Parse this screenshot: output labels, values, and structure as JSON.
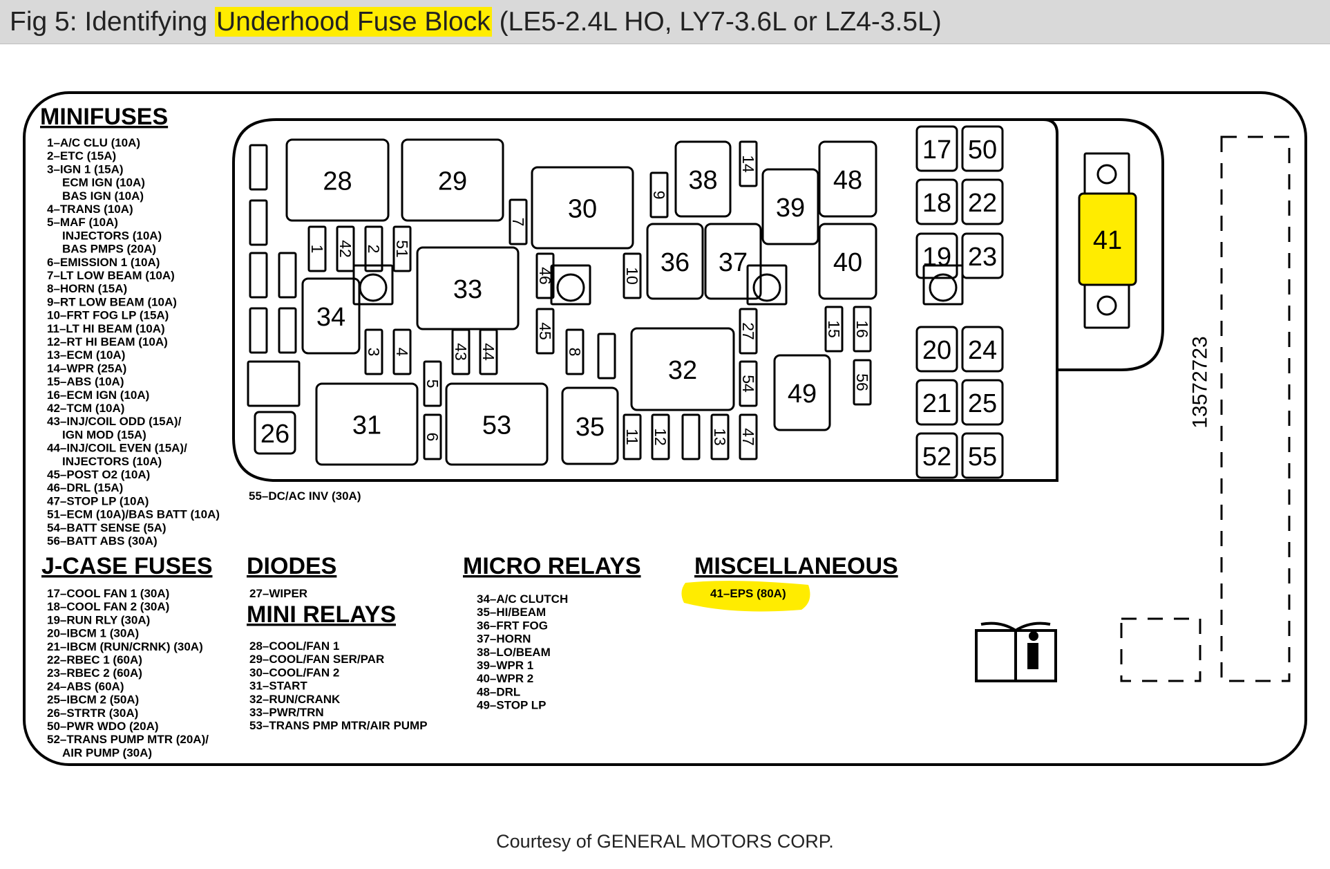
{
  "header": {
    "prefix": "Fig 5: Identifying ",
    "highlight": "Underhood Fuse Block",
    "suffix": " (LE5-2.4L HO, LY7-3.6L or LZ4-3.5L)",
    "highlight_color": "#ffec00"
  },
  "sections": {
    "minifuses": "MINIFUSES",
    "jcase": "J-CASE FUSES",
    "diodes": "DIODES",
    "mini_relays": "MINI RELAYS",
    "micro_relays": "MICRO RELAYS",
    "misc": "MISCELLANEOUS"
  },
  "legend": {
    "minifuses": [
      "1–A/C CLU (10A)",
      "2–ETC (15A)",
      "3–IGN 1 (15A)",
      "ECM IGN (10A)",
      "BAS IGN (10A)",
      "4–TRANS (10A)",
      "5–MAF (10A)",
      "INJECTORS (10A)",
      "BAS PMPS (20A)",
      "6–EMISSION 1 (10A)",
      "7–LT LOW BEAM (10A)",
      "8–HORN (15A)",
      "9–RT LOW BEAM (10A)",
      "10–FRT FOG LP (15A)",
      "11–LT HI BEAM (10A)",
      "12–RT HI BEAM (10A)",
      "13–ECM (10A)",
      "14–WPR (25A)",
      "15–ABS (10A)",
      "16–ECM IGN (10A)",
      "42–TCM (10A)",
      "43–INJ/COIL ODD (15A)/",
      "IGN MOD (15A)",
      "44–INJ/COIL EVEN (15A)/",
      "INJECTORS (10A)",
      "45–POST O2 (10A)",
      "46–DRL (15A)",
      "47–STOP LP (10A)",
      "51–ECM (10A)/BAS BATT (10A)",
      "54–BATT SENSE (5A)",
      "56–BATT ABS (30A)"
    ],
    "minifuse_extra": "55–DC/AC INV (30A)",
    "jcase": [
      "17–COOL FAN 1 (30A)",
      "18–COOL FAN 2 (30A)",
      "19–RUN RLY (30A)",
      "20–IBCM 1 (30A)",
      "21–IBCM (RUN/CRNK) (30A)",
      "22–RBEC 1 (60A)",
      "23–RBEC 2 (60A)",
      "24–ABS (60A)",
      "25–IBCM 2 (50A)",
      "26–STRTR (30A)",
      "50–PWR WDO (20A)",
      "52–TRANS PUMP MTR (20A)/",
      "AIR PUMP (30A)"
    ],
    "diodes": [
      "27–WIPER"
    ],
    "mini_relays": [
      "28–COOL/FAN 1",
      "29–COOL/FAN SER/PAR",
      "30–COOL/FAN 2",
      "31–START",
      "32–RUN/CRANK",
      "33–PWR/TRN",
      "53–TRANS PMP MTR/AIR PUMP"
    ],
    "micro_relays": [
      "34–A/C CLUTCH",
      "35–HI/BEAM",
      "36–FRT FOG",
      "37–HORN",
      "38–LO/BEAM",
      "39–WPR 1",
      "40–WPR 2",
      "48–DRL",
      "49–STOP LP"
    ],
    "misc": [
      "41–EPS (80A)"
    ]
  },
  "block": {
    "relays": [
      "28",
      "29",
      "30",
      "31",
      "32",
      "33",
      "34",
      "35",
      "36",
      "37",
      "38",
      "39",
      "40",
      "48",
      "49",
      "53"
    ],
    "jcase": [
      "17",
      "50",
      "18",
      "22",
      "19",
      "23",
      "20",
      "24",
      "21",
      "25",
      "52",
      "55",
      "26"
    ],
    "minifuses_vertical": [
      "1",
      "42",
      "2",
      "51",
      "7",
      "9",
      "14",
      "46",
      "45",
      "10",
      "3",
      "4",
      "43",
      "44",
      "5",
      "6",
      "8",
      "27",
      "54",
      "15",
      "16",
      "56",
      "11",
      "12",
      "13",
      "47"
    ],
    "mega_fuse": "41",
    "part_number": "13572723"
  },
  "footer": {
    "credit": "Courtesy of GENERAL MOTORS CORP."
  }
}
